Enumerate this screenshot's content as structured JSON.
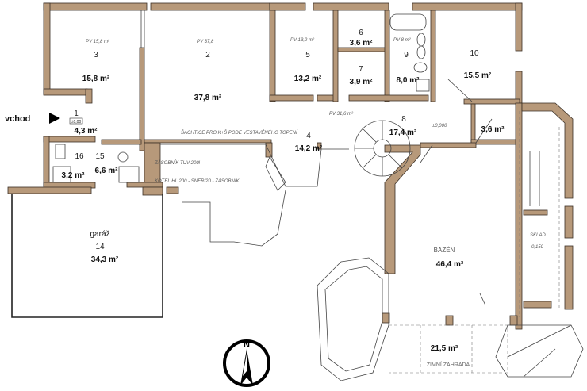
{
  "plan": {
    "entrance_label": "vchod",
    "north_label": "N",
    "level_mark": "±0,000",
    "rooms": [
      {
        "number": "3",
        "area": "15,8 m²",
        "note": "PV 15,8 m²"
      },
      {
        "number": "2",
        "area": "37,8 m²",
        "note": "PV 37,8"
      },
      {
        "number": "5",
        "area": "13,2 m²",
        "note": "PV 13,2 m²"
      },
      {
        "number": "6",
        "area": "3,6 m²"
      },
      {
        "number": "7",
        "area": "3,9 m²"
      },
      {
        "number": "9",
        "area": "8,0 m²",
        "note": "PV 8 m²"
      },
      {
        "number": "10",
        "area": "15,5 m²"
      },
      {
        "number": "1",
        "area": "4,3 m²",
        "level": "±0,00"
      },
      {
        "number": "4",
        "area": "14,2 m²"
      },
      {
        "number": "8",
        "area": "17,4 m²",
        "note": "PV 31,6 m²"
      },
      {
        "number": "",
        "area": "3,6 m²"
      },
      {
        "number": "16",
        "area": "3,2 m²"
      },
      {
        "number": "15",
        "area": "6,6 m²"
      },
      {
        "number": "14",
        "name": "garáž",
        "area": "34,3 m²"
      },
      {
        "name": "BAZÉN",
        "area": "46,4 m²"
      },
      {
        "name": "ZIMNÍ ZAHRADA",
        "area": "21,5 m²"
      }
    ],
    "annotations": {
      "chimney_note": "ŠACHTICE PRO K+Š PODE VESTAVĚNÉHO TOPENÍ",
      "boiler_note": "ZÁSOBNÍK TUV 200l",
      "boiler_note2": "KOTEL HL 200 - SNER/20 - ZÁSOBNÍK",
      "storage": "SKLAD",
      "storage_level": "-0,150"
    }
  }
}
